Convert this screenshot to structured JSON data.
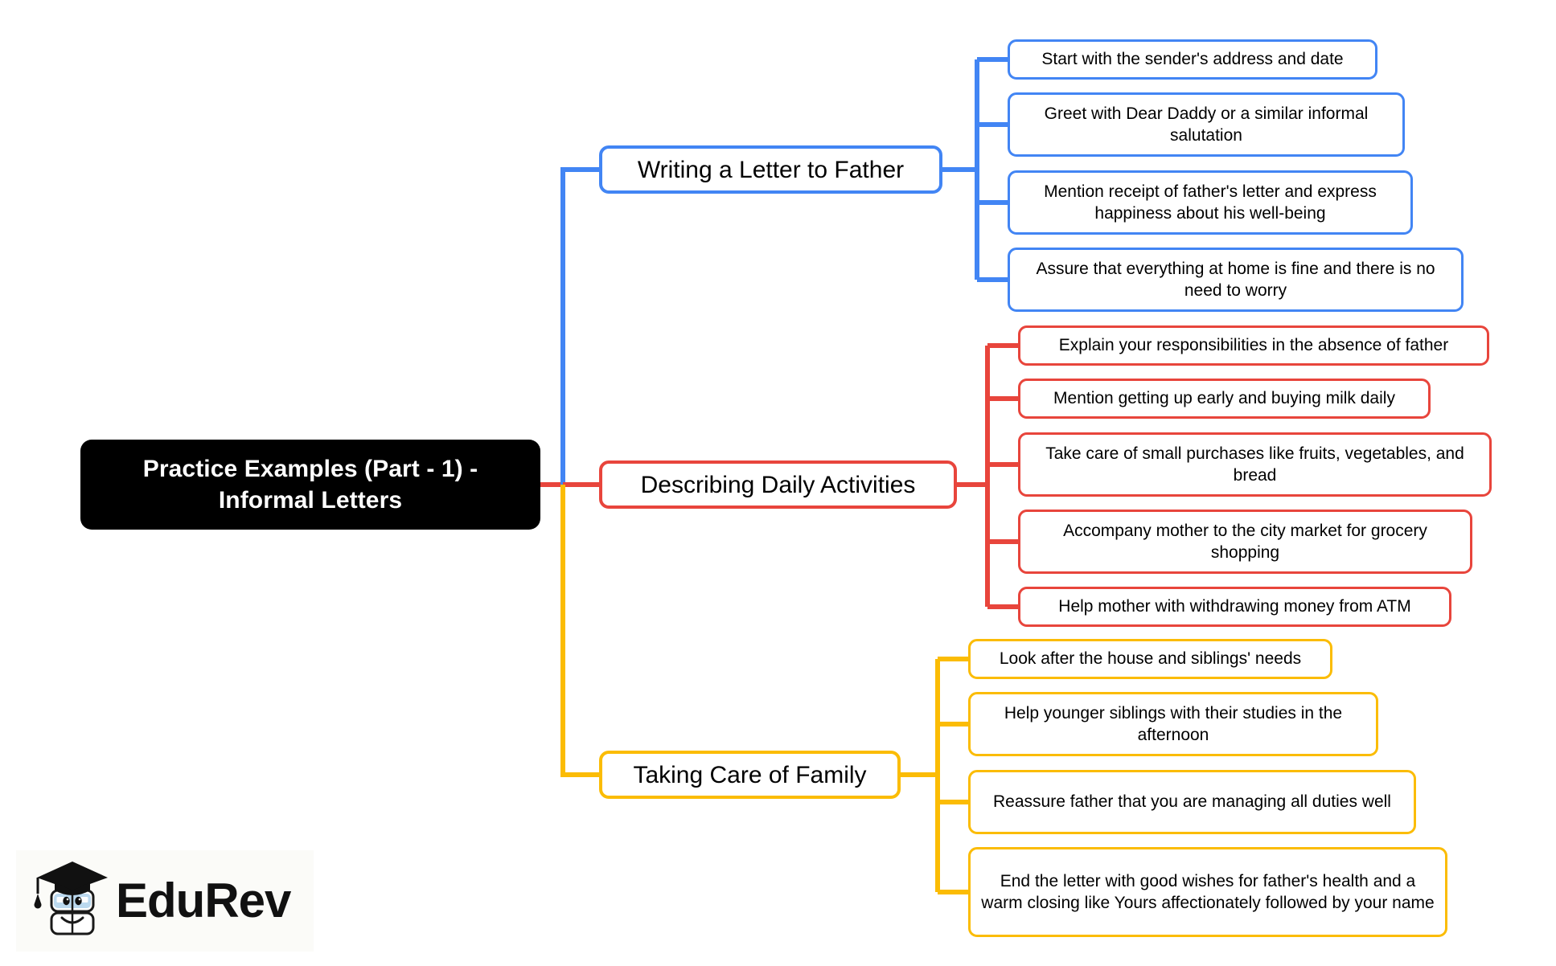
{
  "diagram": {
    "type": "mind-map",
    "title": "Practice Examples (Part - 1) - Informal Letters",
    "orientation": "left-to-right",
    "colors": {
      "root_background": "#000000",
      "root_text": "#ffffff",
      "branch_blue": "#4285F4",
      "branch_red": "#E8453C",
      "branch_yellow": "#FBBC05",
      "canvas": "#ffffff"
    },
    "root": {
      "label": "Practice Examples (Part - 1) - Informal Letters"
    },
    "branches": [
      {
        "label": "Writing a Letter to Father",
        "color": "#4285F4",
        "color_name": "blue",
        "children": [
          {
            "label": "Start with the sender's address and date"
          },
          {
            "label": "Greet with Dear Daddy or a similar informal salutation"
          },
          {
            "label": "Mention receipt of father's letter and express happiness about his well-being"
          },
          {
            "label": "Assure that everything at home is fine and there is no need to worry"
          }
        ]
      },
      {
        "label": "Describing Daily Activities",
        "color": "#E8453C",
        "color_name": "red",
        "children": [
          {
            "label": "Explain your responsibilities in the absence of father"
          },
          {
            "label": "Mention getting up early and buying milk daily"
          },
          {
            "label": "Take care of small purchases like fruits, vegetables, and bread"
          },
          {
            "label": "Accompany mother to the city market for grocery shopping"
          },
          {
            "label": "Help mother with withdrawing money from ATM"
          }
        ]
      },
      {
        "label": "Taking Care of Family",
        "color": "#FBBC05",
        "color_name": "yellow",
        "children": [
          {
            "label": "Look after the house and siblings' needs"
          },
          {
            "label": "Help younger siblings with their studies in the afternoon"
          },
          {
            "label": "Reassure father that you are managing all duties well"
          },
          {
            "label": "End the letter with good wishes for father's health and a warm closing like Yours affectionately followed by your name"
          }
        ]
      }
    ]
  },
  "watermark": {
    "brand": "EduRev",
    "mark_icon": "graduation-cap-book-icon"
  }
}
